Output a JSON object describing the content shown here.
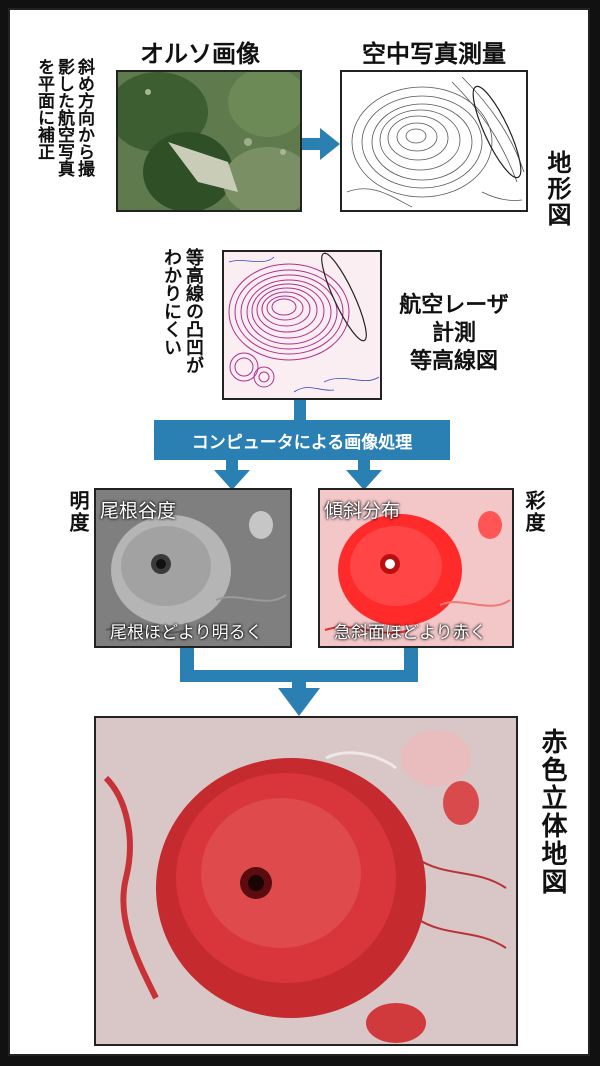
{
  "ortho": {
    "title": "オルソ画像",
    "side_note": "斜め方向から撮影した航空写真を平面に補正"
  },
  "survey": {
    "title": "空中写真測量",
    "side_label": "地形図"
  },
  "laser": {
    "side_note": "等高線の凸凹がわかりにくい",
    "title_line1": "航空レーザ",
    "title_line2": "計測",
    "title_line3": "等高線図"
  },
  "process": {
    "label": "コンピュータによる画像処理"
  },
  "ridge": {
    "side_label": "明度",
    "inner_title": "尾根谷度",
    "inner_caption": "尾根ほどより明るく"
  },
  "slope": {
    "side_label": "彩度",
    "inner_title": "傾斜分布",
    "inner_caption": "急斜面ほどより赤く"
  },
  "result": {
    "title": "赤色立体地図"
  },
  "colors": {
    "arrow": "#2a7fb3",
    "relief_red": "#d8363a",
    "border": "#222222"
  }
}
